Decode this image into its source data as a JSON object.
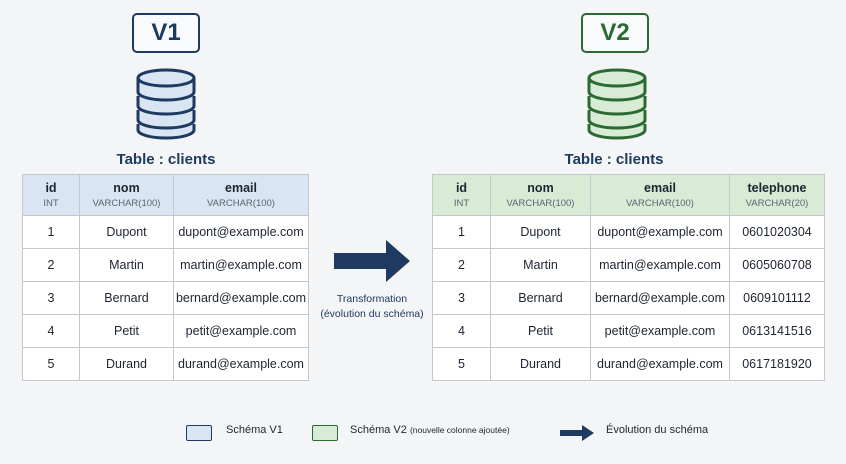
{
  "v1": {
    "version_label": "V1",
    "table_title": "Table : clients",
    "columns": [
      {
        "name": "id",
        "type": "INT"
      },
      {
        "name": "nom",
        "type": "VARCHAR(100)"
      },
      {
        "name": "email",
        "type": "VARCHAR(100)"
      }
    ],
    "rows": [
      [
        "1",
        "Dupont",
        "dupont@example.com"
      ],
      [
        "2",
        "Martin",
        "martin@example.com"
      ],
      [
        "3",
        "Bernard",
        "bernard@example.com"
      ],
      [
        "4",
        "Petit",
        "petit@example.com"
      ],
      [
        "5",
        "Durand",
        "durand@example.com"
      ]
    ]
  },
  "v2": {
    "version_label": "V2",
    "table_title": "Table : clients",
    "columns": [
      {
        "name": "id",
        "type": "INT"
      },
      {
        "name": "nom",
        "type": "VARCHAR(100)"
      },
      {
        "name": "email",
        "type": "VARCHAR(100)"
      },
      {
        "name": "telephone",
        "type": "VARCHAR(20)"
      }
    ],
    "rows": [
      [
        "1",
        "Dupont",
        "dupont@example.com",
        "0601020304"
      ],
      [
        "2",
        "Martin",
        "martin@example.com",
        "0605060708"
      ],
      [
        "3",
        "Bernard",
        "bernard@example.com",
        "0609101112"
      ],
      [
        "4",
        "Petit",
        "petit@example.com",
        "0613141516"
      ],
      [
        "5",
        "Durand",
        "durand@example.com",
        "0617181920"
      ]
    ]
  },
  "transformation": {
    "line1": "Transformation",
    "line2": "(évolution du schéma)"
  },
  "legend": {
    "v1_label": "Schéma V1",
    "v2_label": "Schéma V2",
    "v2_note": "(nouvelle colonne ajoutée)",
    "arrow_label": "Évolution du schéma"
  },
  "colors": {
    "v1_accent": "#1f3a60",
    "v1_fill": "#d9e5f2",
    "v2_accent": "#2c6a34",
    "v2_fill": "#d7ebd5",
    "arrow": "#1f3a60"
  },
  "icons": {
    "v1_database": "database-icon",
    "v2_database": "database-icon",
    "transformation": "right-arrow-icon"
  }
}
